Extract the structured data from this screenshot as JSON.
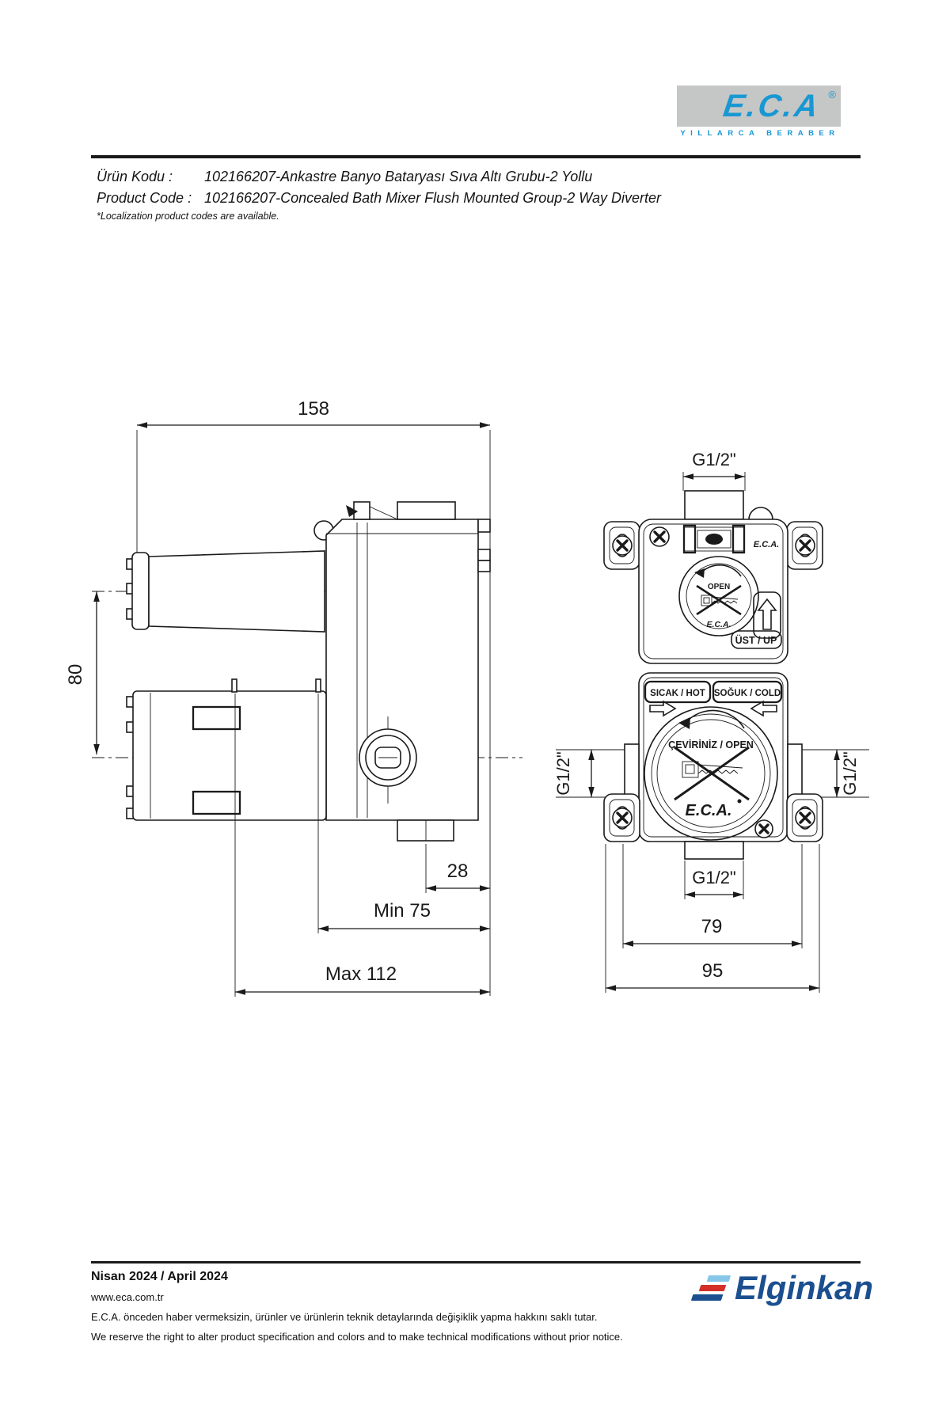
{
  "brand_logo": {
    "name": "E.C.A",
    "registered": "®",
    "tagline": "YILLARCA BERABER",
    "blue": "#1898d3",
    "gray_bg": "#c5c6c6"
  },
  "title_block": {
    "urun_kodu_label": "Ürün Kodu :",
    "urun_kodu_value": "102166207-Ankastre Banyo Bataryası Sıva Altı Grubu-2 Yollu",
    "product_code_label": "Product Code :",
    "product_code_value": "102166207-Concealed Bath Mixer Flush Mounted Group-2 Way Diverter",
    "localization_note": "*Localization product codes are available."
  },
  "side_view": {
    "dim_158": "158",
    "dim_80": "80",
    "dim_28": "28",
    "dim_min75": "Min 75",
    "dim_max112": "Max 112"
  },
  "front_view": {
    "g12_top": "G1/2\"",
    "g12_left": "G1/2\"",
    "g12_right": "G1/2\"",
    "g12_bottom": "G1/2\"",
    "dim_79": "79",
    "dim_95": "95",
    "ust_up": "ÜST / UP",
    "sicak_hot": "SICAK / HOT",
    "soguk_cold": "SOĞUK / COLD",
    "open_upper": "OPEN",
    "eca_plate": "E.C.A.",
    "eca_dial_upper": "E.C.A.",
    "cevriniz_open": "ÇEVİRİNİZ / OPEN",
    "eca_dial_lower": "E.C.A."
  },
  "footer": {
    "date": "Nisan 2024 / April 2024",
    "website": "www.eca.com.tr",
    "disclaimer_tr": "E.C.A. önceden haber vermeksizin, ürünler ve ürünlerin teknik detaylarında değişiklik yapma hakkını saklı tutar.",
    "disclaimer_en": "We reserve the right to alter product specification and colors and to make technical modifications without prior notice.",
    "elginkan": "Elginkan",
    "elginkan_blue": "#1b4f8f",
    "elginkan_red": "#d43028",
    "elginkan_lightblue": "#85c6e9"
  }
}
